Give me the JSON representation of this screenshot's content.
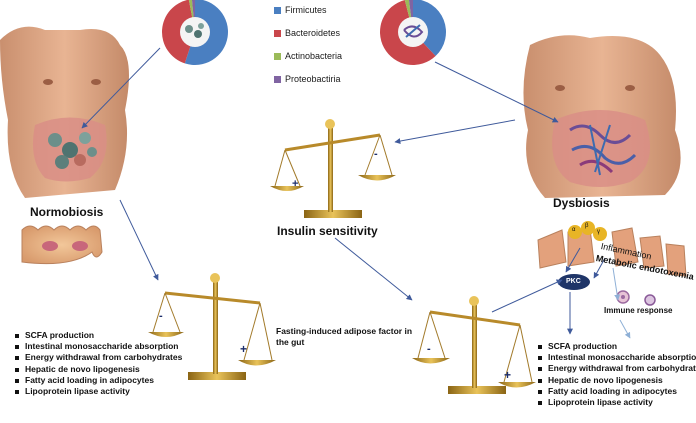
{
  "legend": [
    {
      "label": "Firmicutes",
      "color": "#4a7fc1"
    },
    {
      "label": "Bacteroidetes",
      "color": "#c9464b"
    },
    {
      "label": "Actinobacteria",
      "color": "#9bbb59"
    },
    {
      "label": "Proteobactiria",
      "color": "#8064a2"
    }
  ],
  "labels": {
    "normobiosis": "Normobiosis",
    "dysbiosis": "Dysbiosis",
    "insulin_sensitivity": "Insulin sensitivity",
    "fasting_factor": "Fasting-induced adipose factor in the gut",
    "inflammation": "Inflammation",
    "metabolic_endotoxemia": "Metabolic endotoxemia",
    "immune_response": "Immune response",
    "pkc": "PKC",
    "alpha": "α",
    "beta": "β",
    "gamma": "γ",
    "plus": "+",
    "minus": "-"
  },
  "list_left": [
    "SCFA production",
    "Intestinal  monosaccharide  absorption",
    "Energy withdrawal from carbohydrates",
    "Hepatic de novo lipogenesis",
    " Fatty acid loading in adipocytes",
    "Lipoprotein lipase activity"
  ],
  "list_right": [
    "SCFA production",
    "Intestinal  monosaccharide  absorption",
    "Energy withdrawal from carbohydrates",
    "Hepatic de novo lipogenesis",
    " Fatty acid loading in adipocytes",
    "Lipoprotein lipase activity"
  ],
  "donut_normobiosis": [
    {
      "name": "Firmicutes",
      "fraction": 0.55
    },
    {
      "name": "Bacteroidetes",
      "fraction": 0.42
    },
    {
      "name": "Actinobacteria",
      "fraction": 0.015
    },
    {
      "name": "Proteobactiria",
      "fraction": 0.015
    }
  ],
  "donut_dysbiosis": [
    {
      "name": "Firmicutes",
      "fraction": 0.38
    },
    {
      "name": "Bacteroidetes",
      "fraction": 0.58
    },
    {
      "name": "Actinobacteria",
      "fraction": 0.02
    },
    {
      "name": "Proteobactiria",
      "fraction": 0.02
    }
  ]
}
